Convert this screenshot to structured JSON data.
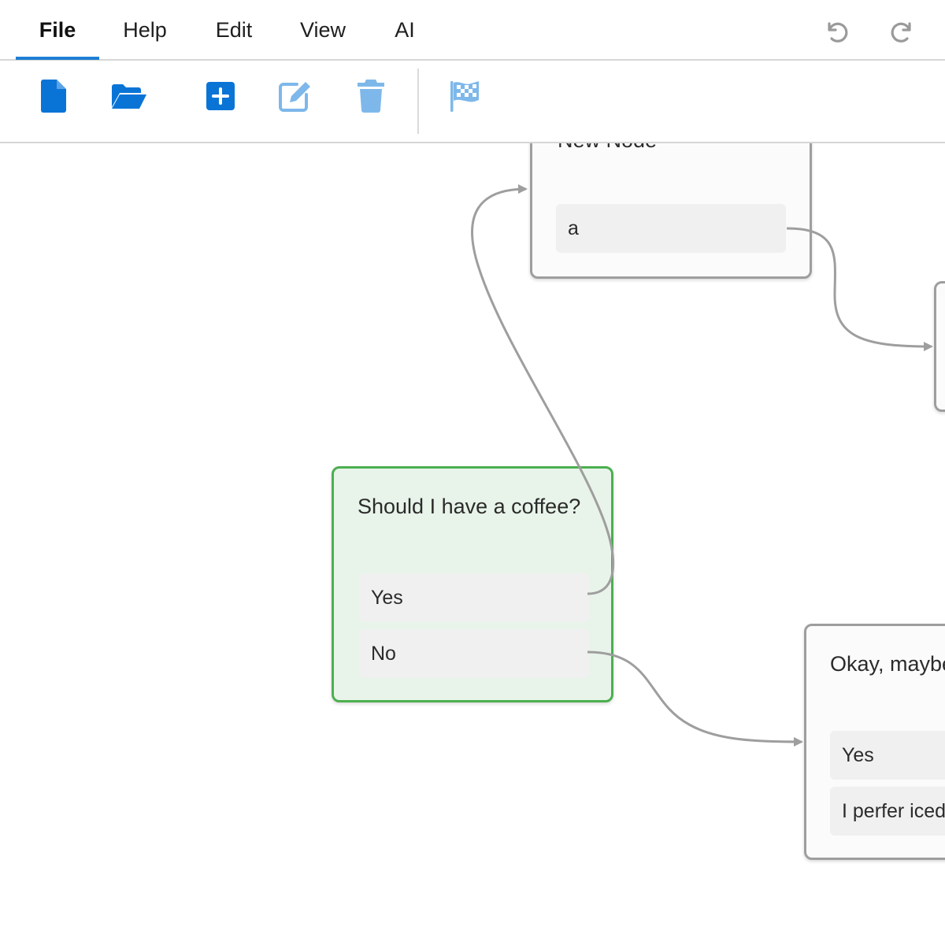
{
  "menubar": {
    "items": [
      {
        "label": "File",
        "active": true
      },
      {
        "label": "Help"
      },
      {
        "label": "Edit"
      },
      {
        "label": "View"
      },
      {
        "label": "AI"
      }
    ],
    "undo_icon": "undo-icon",
    "redo_icon": "redo-icon"
  },
  "toolbar": {
    "tools": [
      {
        "name": "new-file",
        "icon": "file-icon"
      },
      {
        "name": "open-folder",
        "icon": "folder-open-icon"
      },
      {
        "name": "add-node",
        "icon": "plus-square-icon"
      },
      {
        "name": "edit-node",
        "icon": "edit-icon"
      },
      {
        "name": "delete-node",
        "icon": "trash-icon"
      },
      {
        "name": "set-start",
        "icon": "checkered-flag-icon"
      }
    ],
    "accent": "#0a74d6",
    "accent_light": "#7eb8ea"
  },
  "canvas": {
    "nodes": [
      {
        "id": "top-node",
        "title": "New Node",
        "options": [
          "a"
        ]
      },
      {
        "id": "coffee-node",
        "title": "Should I have a coffee?",
        "selected": true,
        "options": [
          "Yes",
          "No"
        ]
      },
      {
        "id": "maybe-node",
        "title": "Okay, maybe",
        "options": [
          "Yes",
          "I perfer iced"
        ]
      },
      {
        "id": "right-node",
        "title": "",
        "options": []
      }
    ],
    "colors": {
      "selected_border": "#4caf50",
      "selected_bg": "#e8f4e9",
      "node_border": "#9e9e9e",
      "connector": "#9e9e9e"
    }
  }
}
